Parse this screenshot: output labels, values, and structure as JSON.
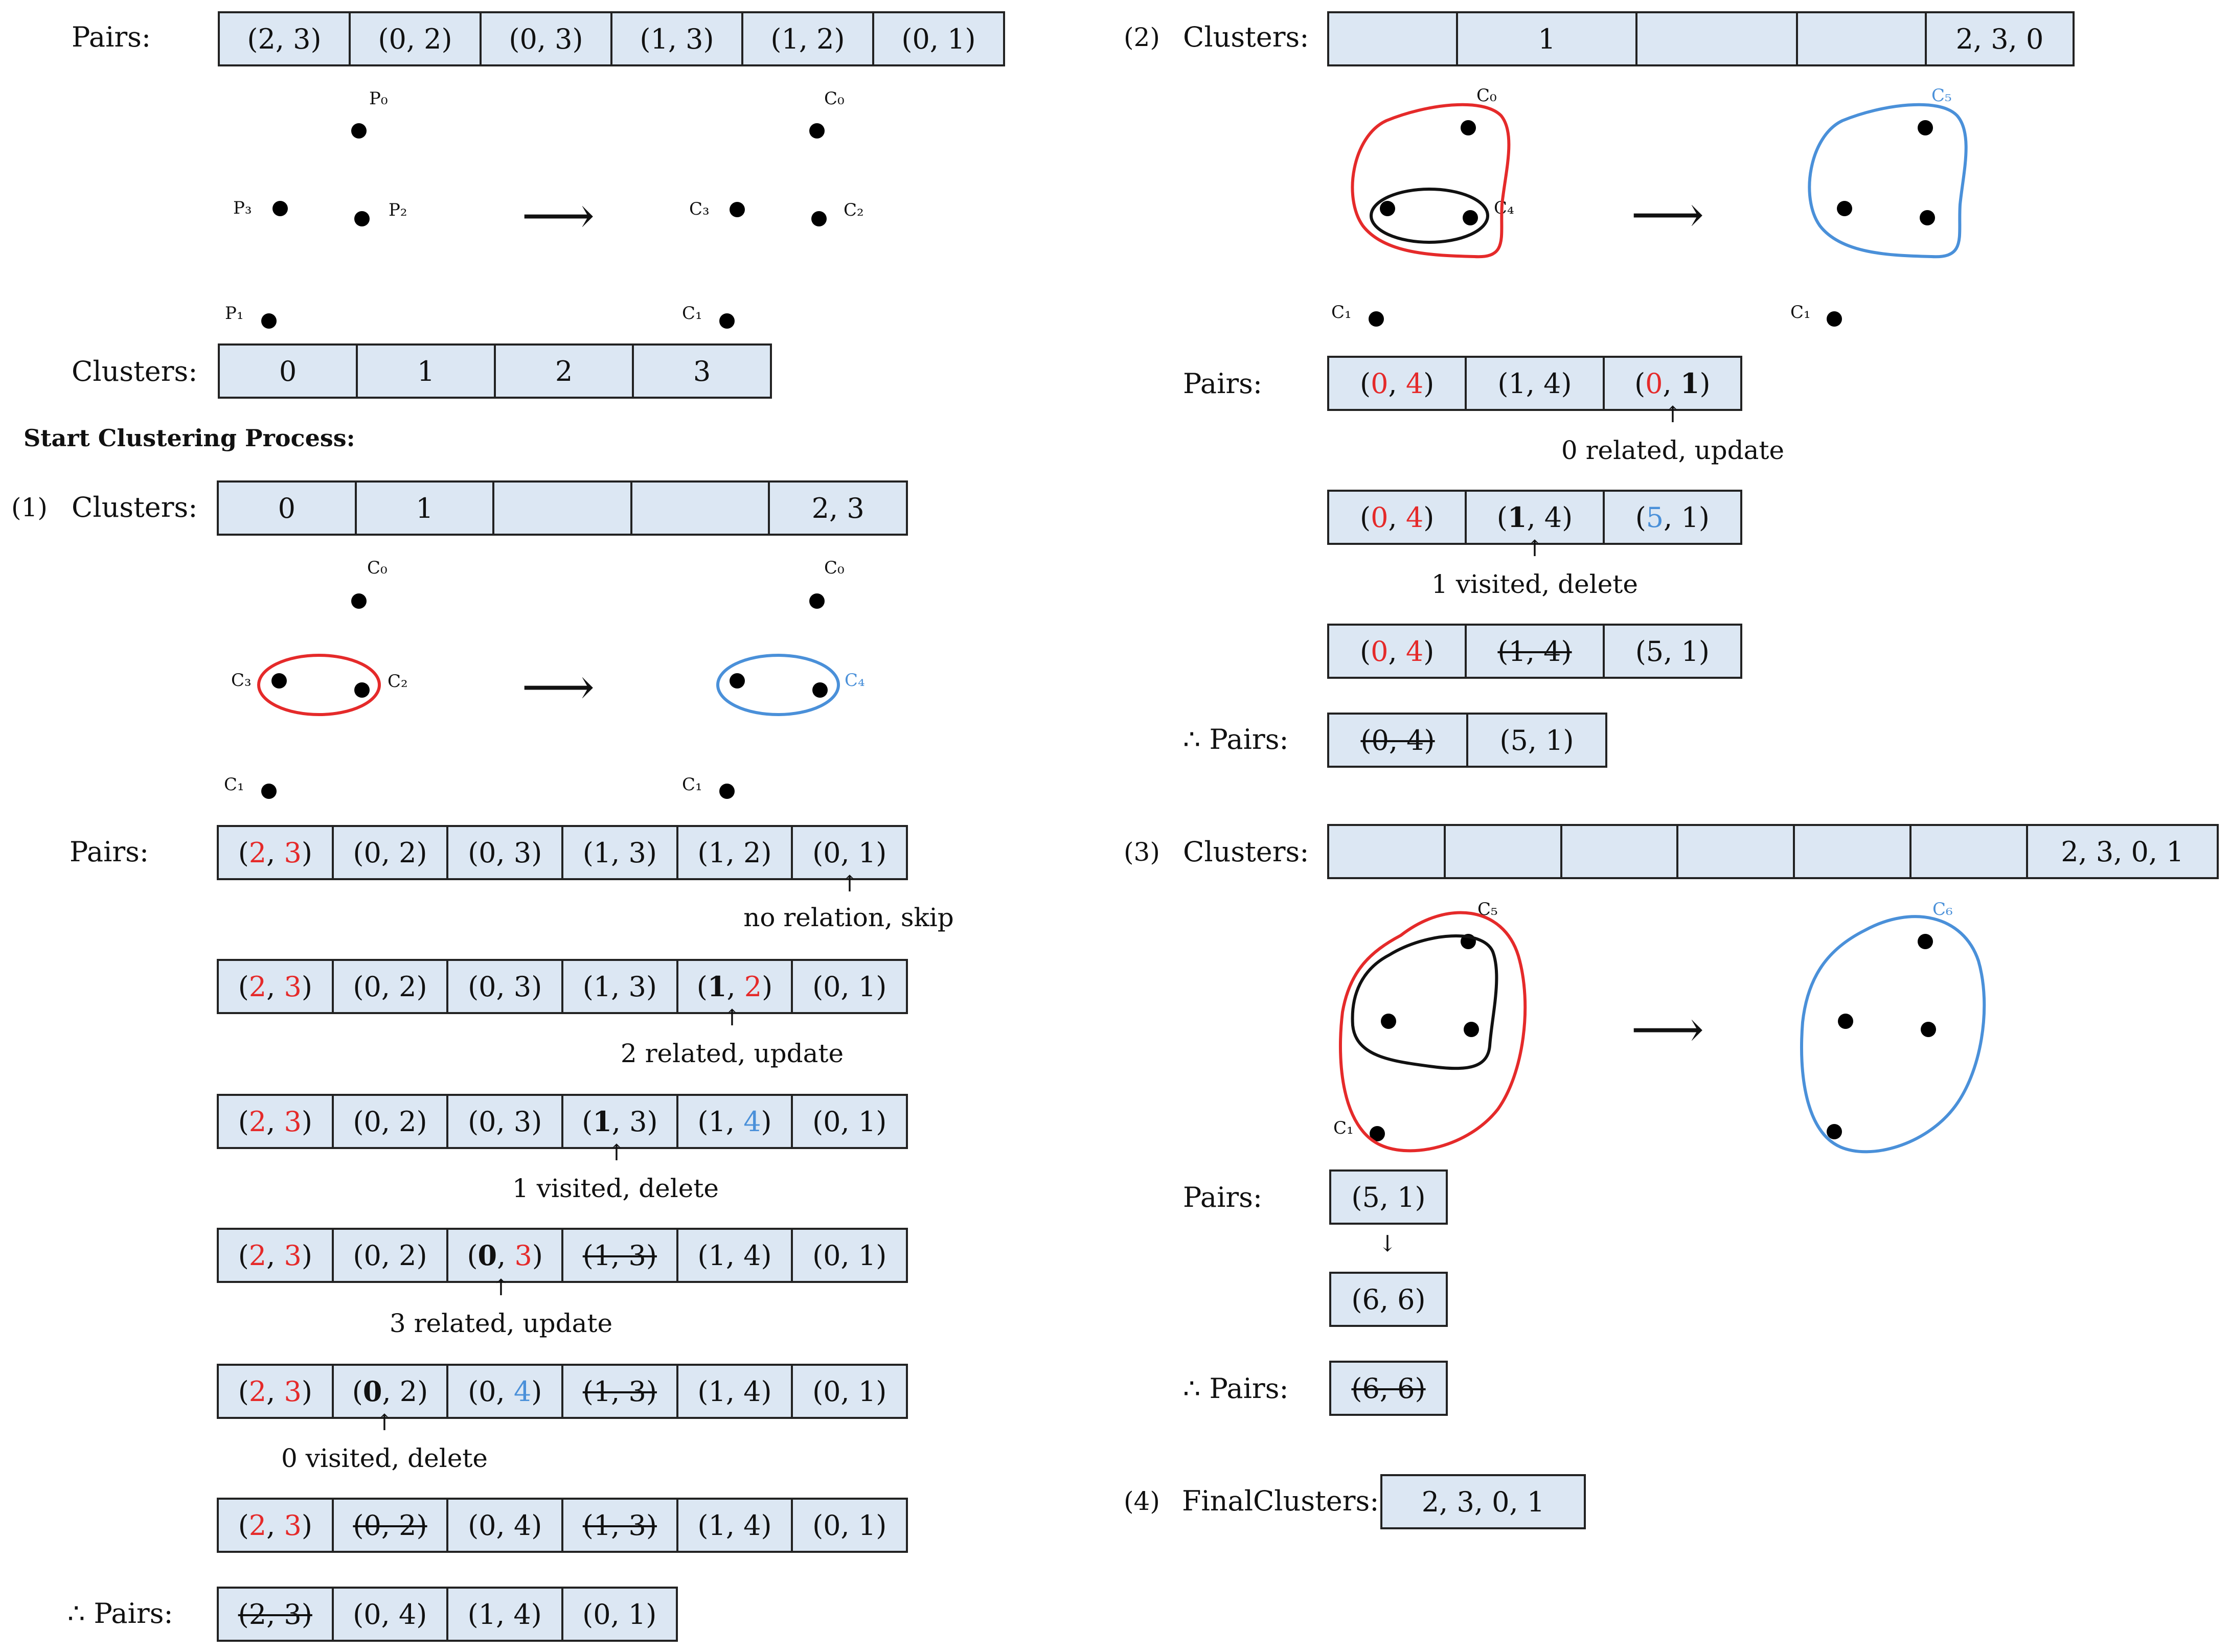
{
  "labels": {
    "pairs": "Pairs:",
    "clusters": "Clusters:",
    "therefore_pairs": "∴ Pairs:",
    "final_clusters": "FinalClusters:",
    "start": "Start Clustering Process:",
    "step1": "(1)",
    "step2": "(2)",
    "step3": "(3)",
    "step4": "(4)"
  },
  "notes": {
    "n1": "no relation, skip",
    "n2": "2 related, update",
    "n3": "1 visited, delete",
    "n4": "3 related, update",
    "n5": "0 visited, delete",
    "n6": "0 related, update",
    "n7": "1 visited, delete"
  },
  "colors": {
    "red": "#e52a2a",
    "blue": "#4a90d9",
    "cell_bg": "#dce7f3"
  },
  "arrow_right": "⟶",
  "arrow_up": "↑",
  "arrow_down": "↓",
  "tables": {
    "init_pairs": [
      "(2, 3)",
      "(0, 2)",
      "(0, 3)",
      "(1, 3)",
      "(1, 2)",
      "(0, 1)"
    ],
    "init_clusters": [
      "0",
      "1",
      "2",
      "3"
    ],
    "s1_clusters": [
      "0",
      "1",
      "",
      "",
      "2, 3"
    ],
    "s1_final_pairs": [
      "(2, 3)",
      "(0, 4)",
      "(1, 4)",
      "(0, 1)"
    ],
    "s2_clusters": [
      "",
      "1",
      "",
      "",
      "2, 3, 0"
    ],
    "s2_final_pairs": [
      "(0, 4)",
      "(5, 1)"
    ],
    "s3_clusters": [
      "",
      "",
      "",
      "",
      "",
      "",
      "2, 3, 0, 1"
    ],
    "s3_pairs_a": "(5, 1)",
    "s3_pairs_b": "(6, 6)",
    "final": "2, 3, 0, 1"
  },
  "points": {
    "P0": "P₀",
    "P1": "P₁",
    "P2": "P₂",
    "P3": "P₃",
    "C0": "C₀",
    "C1": "C₁",
    "C2": "C₂",
    "C3": "C₃",
    "C4": "C₄",
    "C5": "C₅",
    "C6": "C₆"
  }
}
